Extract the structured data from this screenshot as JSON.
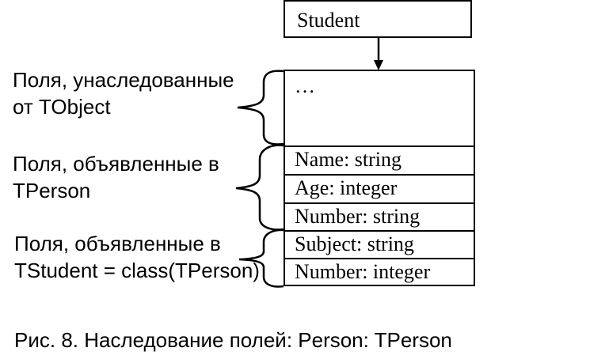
{
  "diagram": {
    "pointer_label": "Student",
    "memory": {
      "ellipsis": "…",
      "fields": [
        "Name: string",
        "Age: integer",
        "Number: string",
        "Subject: string",
        "Number: integer"
      ]
    },
    "groups": [
      {
        "line1": "Поля, унаследованные",
        "line2": "от TObject"
      },
      {
        "line1": "Поля, объявленные в",
        "line2": "TPerson"
      },
      {
        "line1": "Поля, объявленные в",
        "line2": "TStudent = class(TPerson)"
      }
    ]
  },
  "caption": "Рис. 8. Наследование полей: Person: TPerson"
}
